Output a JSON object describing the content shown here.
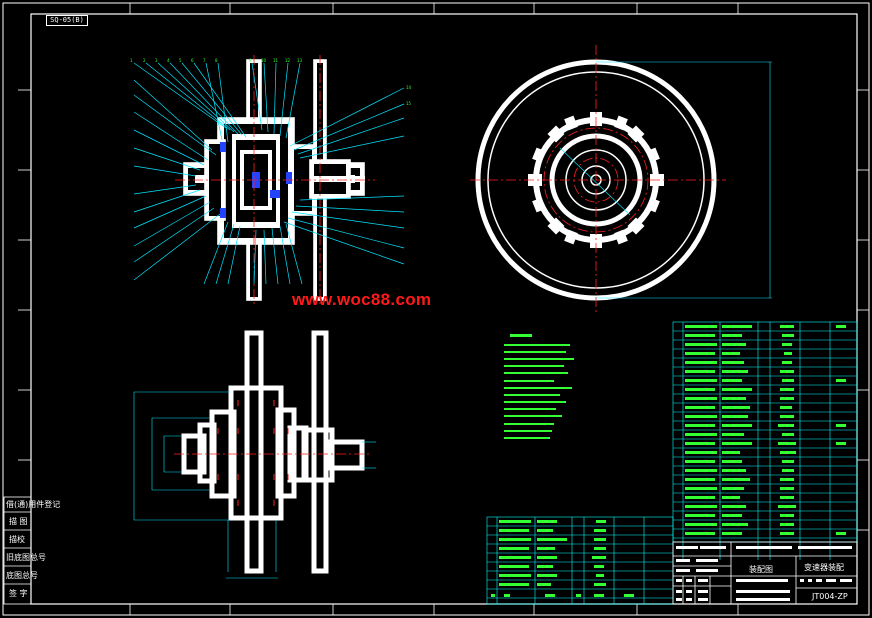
{
  "sheet": {
    "drawing_number_box": "SQ-05(B)",
    "watermark": "www.woc88.com",
    "title_block": {
      "part_name": "装配图",
      "assembly_title": "变速器装配",
      "sheet_code": "JT004-ZP"
    },
    "left_side_stamp": [
      "借(通)用件登记",
      "描 图",
      "描校",
      "旧底图总号",
      "底图总号",
      "签 字"
    ]
  },
  "colors": {
    "background": "#000000",
    "frame": "#ffffff",
    "part_line": "#ffffff",
    "leader": "#00e5ff",
    "centerline": "#ff2020",
    "text_green": "#33ff33",
    "table_cyan": "#00ffff",
    "watermark": "#ff1a1a"
  }
}
